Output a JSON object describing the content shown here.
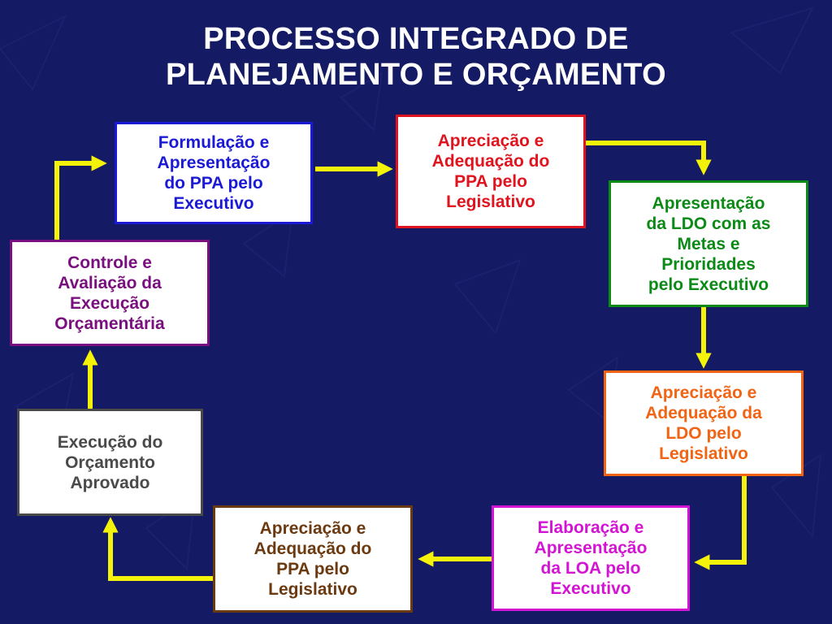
{
  "title": {
    "line1": "PROCESSO INTEGRADO DE",
    "line2": "PLANEJAMENTO E ORÇAMENTO"
  },
  "colors": {
    "background": "#141a63",
    "connector": "#f5f20a",
    "box_fill": "#ffffff"
  },
  "steps": [
    {
      "id": "ppa-formulacao",
      "text": "Formulação e\nApresentação\ndo PPA pelo\nExecutivo",
      "color": "#1a1ad6"
    },
    {
      "id": "ppa-apreciacao",
      "text": "Apreciação e\nAdequação do\nPPA pelo\nLegislativo",
      "color": "#e0141e"
    },
    {
      "id": "ldo-apresentacao",
      "text": "Apresentação\nda LDO com as\nMetas e\nPrioridades\npelo Executivo",
      "color": "#0b8a16"
    },
    {
      "id": "ldo-apreciacao",
      "text": "Apreciação e\nAdequação da\nLDO pelo\nLegislativo",
      "color": "#f06414"
    },
    {
      "id": "loa-elaboracao",
      "text": "Elaboração e\nApresentação\nda LOA pelo\nExecutivo",
      "color": "#d414d4"
    },
    {
      "id": "loa-apreciacao",
      "text": "Apreciação e\nAdequação do\nPPA pelo\nLegislativo",
      "color": "#6b3a10"
    },
    {
      "id": "execucao",
      "text": "Execução  do\nOrçamento\nAprovado",
      "color": "#4a4a4a"
    },
    {
      "id": "controle",
      "text": "Controle e\nAvaliação da\nExecução\nOrçamentária",
      "color": "#7a1080"
    }
  ]
}
